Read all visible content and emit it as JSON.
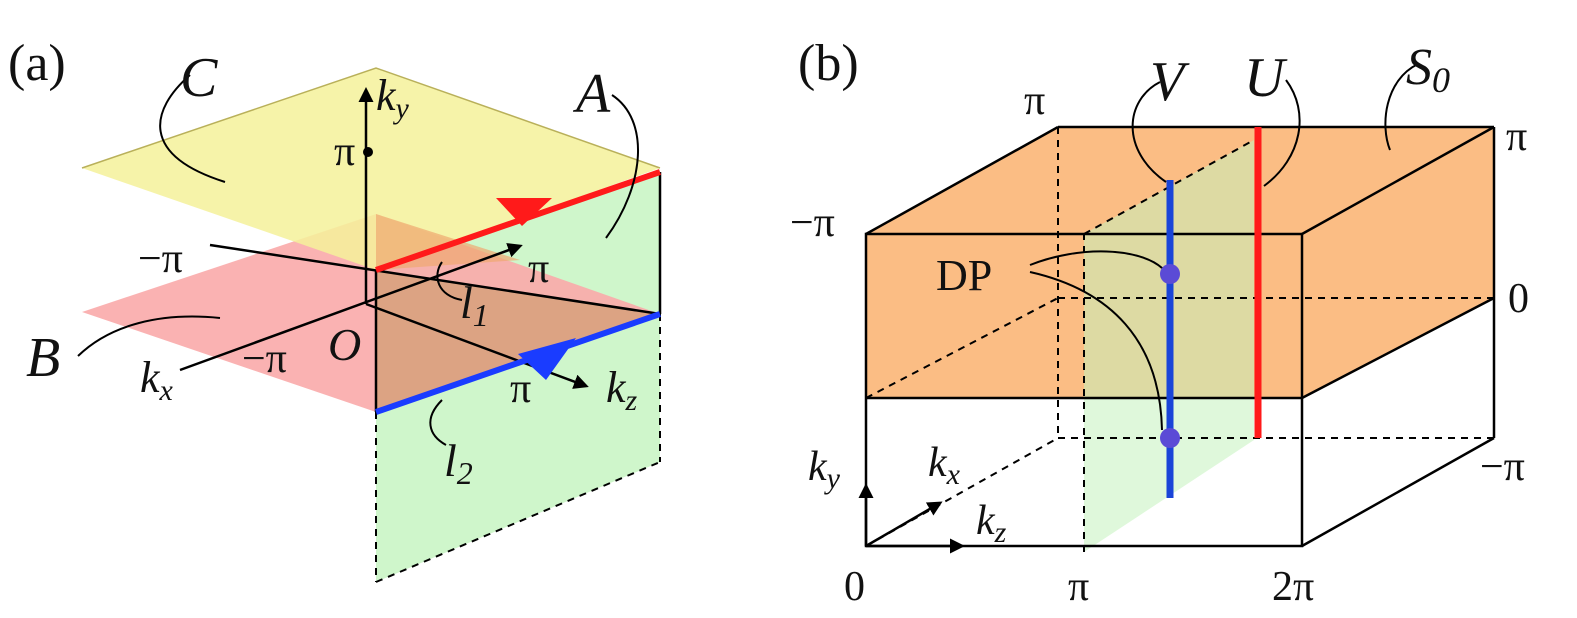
{
  "panel_a": {
    "panel_label": "(a)",
    "plane_labels": {
      "c": "C",
      "a": "A",
      "b": "B"
    },
    "axis_labels": {
      "ky": "k",
      "ky_sub": "y",
      "kx": "k",
      "kx_sub": "x",
      "kz": "k",
      "kz_sub": "z"
    },
    "ticks": {
      "pi_y": "π",
      "neg_pi_back": "−π",
      "pi_right": "π",
      "neg_pi_front": "−π",
      "pi_bottom": "π",
      "origin": "O"
    },
    "loop_labels": {
      "l1": "l",
      "l1_sub": "1",
      "l2": "l",
      "l2_sub": "2"
    },
    "colors": {
      "plane_c": "#f4f19a",
      "plane_b": "#f9aaaa",
      "plane_a": "#c7f5c2",
      "overlap": "#d9a27e",
      "loop_top": "#ff1a1a",
      "loop_bottom": "#1a3cff"
    }
  },
  "panel_b": {
    "panel_label": "(b)",
    "labels": {
      "v": "V",
      "u": "U",
      "s0": "S",
      "s0_sub": "0",
      "dp": "DP"
    },
    "axis_labels": {
      "ky": "k",
      "ky_sub": "y",
      "kx": "k",
      "kx_sub": "x",
      "kz": "k",
      "kz_sub": "z"
    },
    "ticks": {
      "pi_top": "π",
      "neg_pi_left": "−π",
      "pi_right_top": "π",
      "zero_right": "0",
      "neg_pi_right": "−π",
      "zero_bottom": "0",
      "pi_bottom": "π",
      "two_pi_bottom": "2π"
    },
    "colors": {
      "slab": "#fbbd84",
      "plane_v": "#c5f2bd",
      "line_v": "#1a44d8",
      "line_u": "#ff1a1a",
      "dirac_point": "#5b4bd6"
    }
  }
}
